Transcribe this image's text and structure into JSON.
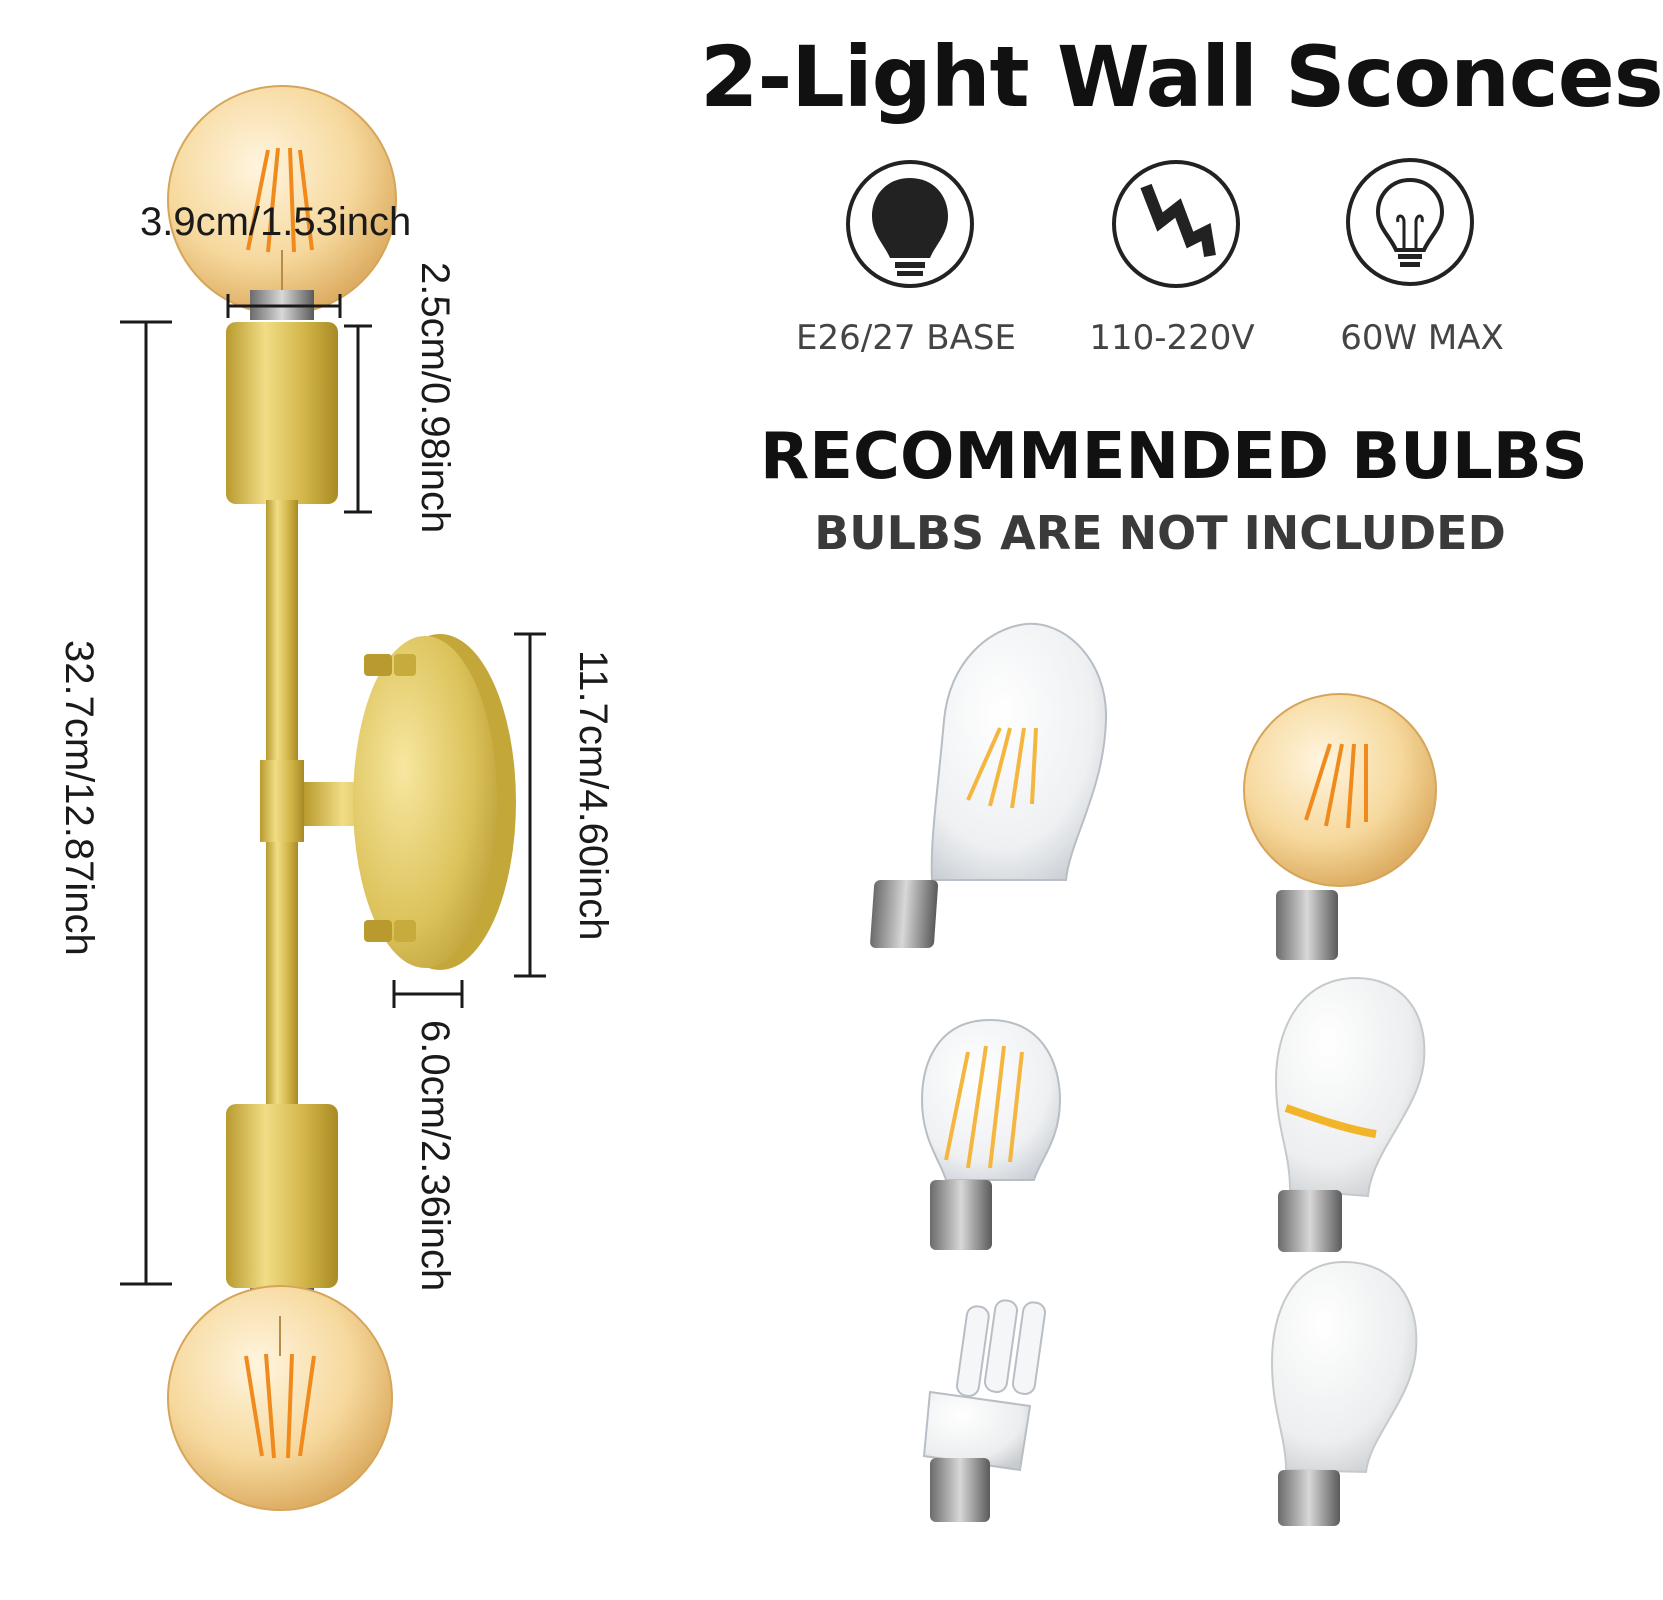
{
  "title": "2-Light Wall Sconces",
  "specs": [
    {
      "label": "E26/27 BASE",
      "icon": "bulb-solid-icon"
    },
    {
      "label": "110-220V",
      "icon": "lightning-bolt-icon"
    },
    {
      "label": "60W MAX",
      "icon": "bulb-outline-icon"
    }
  ],
  "recommended": {
    "title": "RECOMMENDED BULBS",
    "subtitle": "BULBS ARE NOT INCLUDED"
  },
  "dimensions": {
    "bulb_width": "3.9cm/1.53inch",
    "socket_height": "2.5cm/0.98inch",
    "total_height": "32.7cm/12.87inch",
    "backplate_height": "11.7cm/4.60inch",
    "projection": "6.0cm/2.36inch"
  },
  "colors": {
    "brass": "#d9bf4e",
    "amber_glass": "#f2cf8a",
    "filament": "#f08a1c"
  }
}
